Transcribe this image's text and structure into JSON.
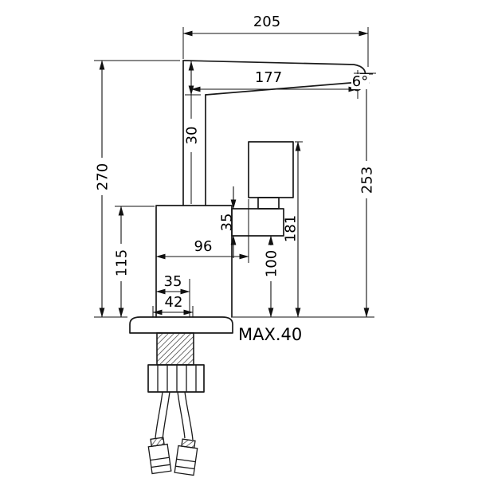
{
  "page": {
    "background": "#ffffff",
    "drawing_type": "faucet-technical-drawing"
  },
  "drawing": {
    "labels": {
      "spout_length": "205",
      "spout_reach": "177",
      "spout_angle": "6°",
      "spout_height": "30",
      "overall_height": "270",
      "outlet_height": "253",
      "body_height": "115",
      "cartridge_offset": "35",
      "body_depth": "96",
      "handle_clearance": "100",
      "handle_height": "181",
      "shank_width": "35",
      "base_width": "42",
      "max_deck_thickness": "MAX.40"
    }
  }
}
